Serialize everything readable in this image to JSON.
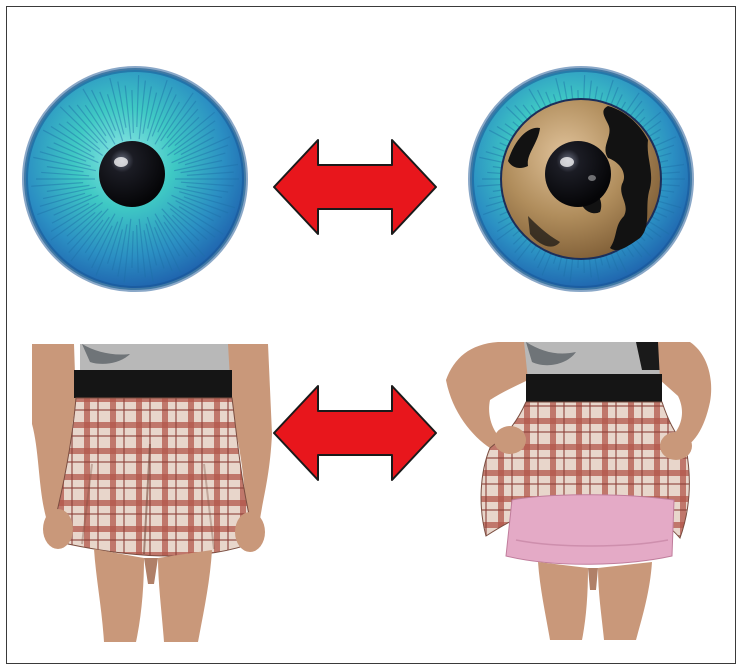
{
  "figure": {
    "rows": [
      {
        "id": "iris",
        "left": {
          "icon": "blue-iris-with-black-pupil",
          "colors": {
            "iris_light": "#3fc9c4",
            "iris_dark": "#1c57a8",
            "pupil": "#0d0d12"
          }
        },
        "arrow": {
          "icon": "double-headed-arrow",
          "color": "#e8161c"
        },
        "right": {
          "icon": "blue-iris-with-brown-patched-center",
          "colors": {
            "iris_light": "#3fc9c4",
            "iris_dark": "#1c57a8",
            "patch": "#b08d5c",
            "dark_patch": "#121212",
            "pupil": "#0d0d12"
          }
        }
      },
      {
        "id": "skirt",
        "left": {
          "icon": "plaid-skirt-down",
          "colors": {
            "skin": "#c9987a",
            "plaid_base": "#e8d6cb",
            "plaid_stripe": "#b2574b",
            "waistband": "#151515",
            "top": "#b8b8b8"
          }
        },
        "arrow": {
          "icon": "double-headed-arrow",
          "color": "#e8161c"
        },
        "right": {
          "icon": "plaid-skirt-lifted-showing-pink-underskirt",
          "colors": {
            "skin": "#c9987a",
            "plaid_base": "#e8d6cb",
            "plaid_stripe": "#b2574b",
            "waistband": "#151515",
            "underskirt": "#e4aac6",
            "top": "#b8b8b8"
          }
        }
      }
    ]
  }
}
